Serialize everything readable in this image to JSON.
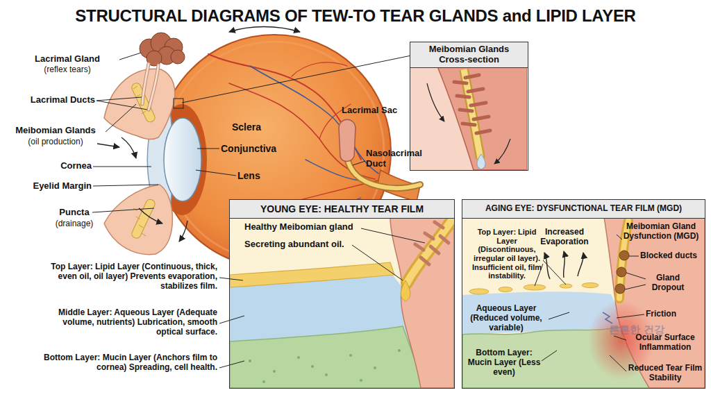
{
  "diagram": {
    "title": "STRUCTURAL DIAGRAMS OF TEW-TO TEAR GLANDS and LIPID LAYER",
    "nodes": [
      {
        "text": [
          "Meibomian Glands Cross-section"
        ]
      },
      {
        "text": [
          "YOUNG EYE: HEALTHY TEAR FILM"
        ]
      },
      {
        "text": [
          "AGING EYE: DYSFUNCTIONAL TEAR FILM (MGD)"
        ]
      }
    ],
    "labels": [
      "Lacrimal Gland",
      "(reflex tears)",
      "Lacrimal Ducts",
      "Meibomian Glands",
      "(oil production)",
      "Cornea",
      "Eyelid Margin",
      "Puncta",
      "(drainage)",
      "Sclera",
      "Conjunctiva",
      "Lens",
      "Lacrimal Sac",
      "Nasolacrimal Duct",
      "Top Layer: Lipid Layer (Continuous, thick, even oil, oil layer) Prevents evaporation, stabilizes film.",
      "Middle Layer: Aqueous Layer (Adequate volume, nutrients) Lubrication, smooth optical surface.",
      "Bottom Layer: Mucin Layer (Anchors film to cornea) Spreading, cell health.",
      "Healthy Meibomian gland",
      "Secreting abundant oil.",
      "Increased Evaporation",
      "Meibomian Gland Dysfunction (MGD)",
      "Top Layer: Lipid Layer (Discontinuous, irregular oil layer). Insufficient oil, film instability.",
      "Blocked ducts",
      "Gland Dropout",
      "Aqueous Layer (Reduced volume, variable)",
      "Friction",
      "Ocular Surface Inflammation",
      "Bottom Layer: Mucin Layer (Less even)",
      "Reduced Tear Film Stability",
      "튼튼한 건강"
    ]
  }
}
